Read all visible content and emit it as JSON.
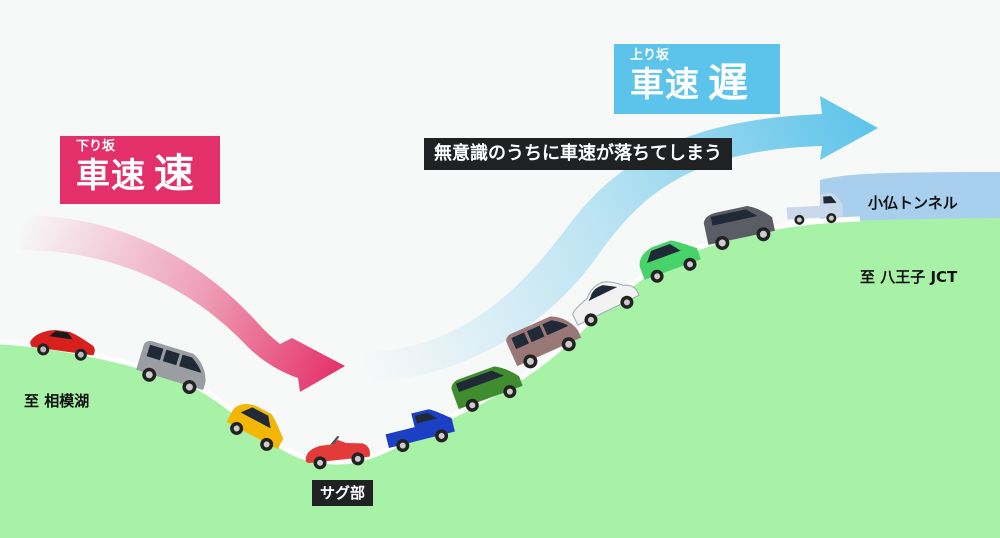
{
  "downhill": {
    "sub": "下り坂",
    "main": "車速",
    "speed": "速",
    "color": "#e4306a"
  },
  "uphill": {
    "sub": "上り坂",
    "main": "車速",
    "speed": "遅",
    "color": "#5cc3ea"
  },
  "message": "無意識のうちに車速が落ちてしまう",
  "sag_label": "サグ部",
  "tunnel_label": "小仏トンネル",
  "left_destination": "至 相模湖",
  "right_destination": "至 八王子 JCT",
  "colors": {
    "ground": "#a8f2a8",
    "road_edge": "#ffffff",
    "tunnel": "#a9cfee",
    "tunnel_lower": "#8fd8c0",
    "background": "#f7f8f8"
  },
  "vehicles": [
    {
      "type": "sports-car",
      "color": "#d8201f"
    },
    {
      "type": "minivan",
      "color": "#9a9ea3"
    },
    {
      "type": "compact-car",
      "color": "#f2b705"
    },
    {
      "type": "convertible",
      "color": "#e33a3a"
    },
    {
      "type": "pickup-truck",
      "color": "#1c3fc4"
    },
    {
      "type": "station-wagon",
      "color": "#3f8d2f"
    },
    {
      "type": "minivan",
      "color": "#9a7777"
    },
    {
      "type": "sedan",
      "color": "#f2f2f2"
    },
    {
      "type": "compact-car",
      "color": "#47d36a"
    },
    {
      "type": "suv",
      "color": "#5a5e64"
    },
    {
      "type": "kei-truck",
      "color": "#c9d8ea"
    }
  ]
}
